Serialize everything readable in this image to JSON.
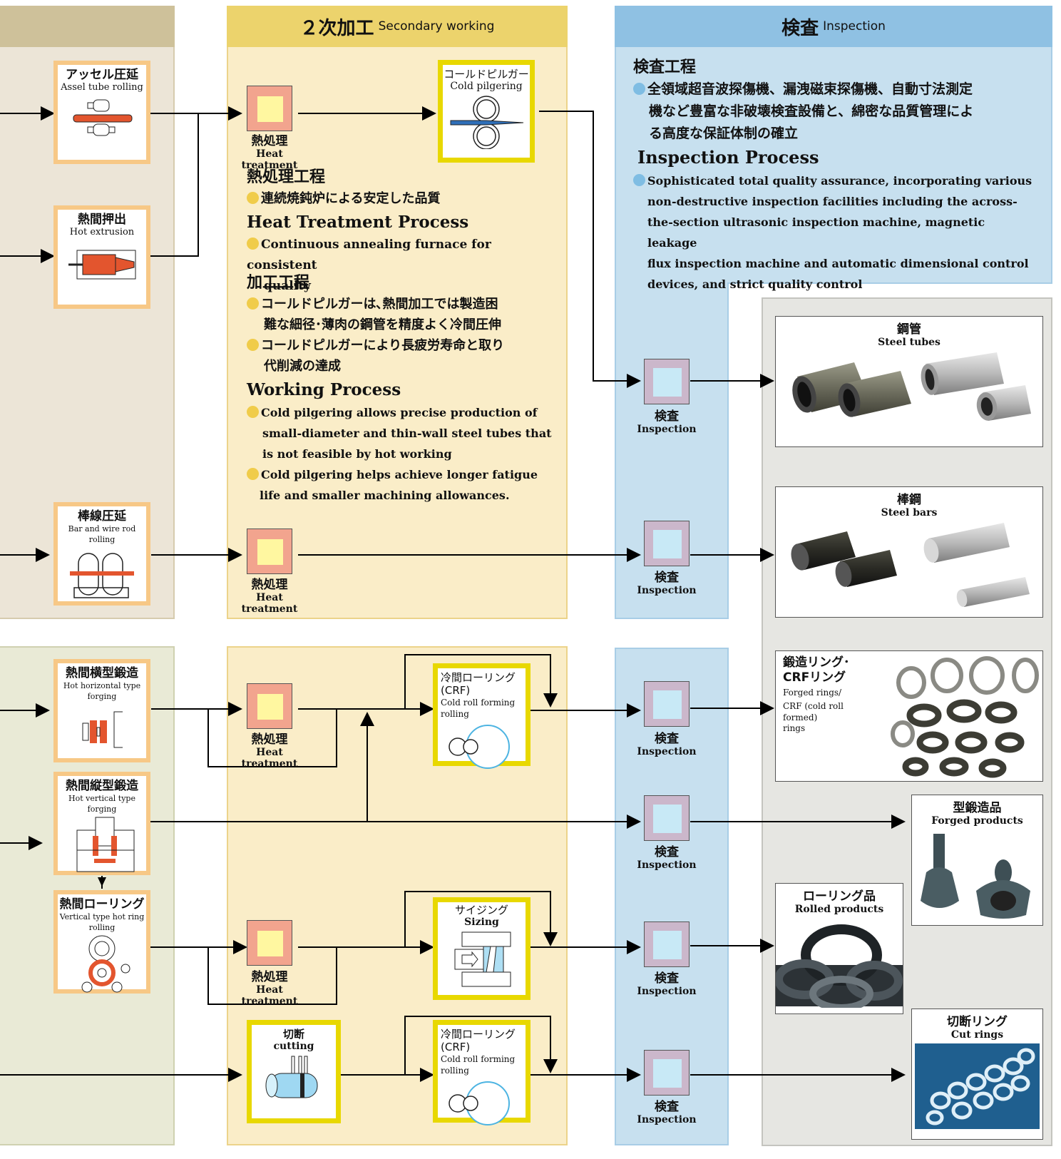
{
  "headers": {
    "secondary_big": "２次加工",
    "secondary_small": "Secondary working",
    "inspection_big": "検査",
    "inspection_small": "Inspection"
  },
  "primary_boxes": {
    "assel": {
      "jp": "アッセル圧延",
      "en": "Assel tube rolling"
    },
    "hot_extrusion": {
      "jp": "熱間押出",
      "en": "Hot extrusion"
    },
    "bar_rod": {
      "jp": "棒線圧延",
      "en": "Bar and wire rod rolling"
    },
    "hot_horizontal": {
      "jp": "熱間横型鍛造",
      "en": "Hot horizontal type forging"
    },
    "hot_vertical": {
      "jp": "熱間縦型鍛造",
      "en": "Hot vertical type forging"
    },
    "hot_ring": {
      "jp": "熱間ローリング",
      "en": "Vertical type hot ring rolling"
    }
  },
  "secondary_boxes": {
    "cold_pilgering": {
      "jp": "コールドピルガー",
      "en": "Cold pilgering"
    },
    "crf_1": {
      "jp": "冷間ローリング(CRF)",
      "en": "Cold roll forming rolling"
    },
    "sizing": {
      "jp": "サイジング",
      "en": "Sizing"
    },
    "cutting": {
      "jp": "切断",
      "en": "cutting"
    },
    "crf_2": {
      "jp": "冷間ローリング(CRF)",
      "en": "Cold roll forming rolling"
    }
  },
  "heat_treatment": {
    "jp": "熱処理",
    "en": "Heat treatment"
  },
  "inspection_step": {
    "jp": "検査",
    "en": "Inspection"
  },
  "heat_process": {
    "title_jp": "熱処理工程",
    "bullet_jp": "連続焼鈍炉による安定した品質",
    "title_en": "Heat Treatment Process",
    "bullet_en_1": "Continuous annealing furnace for consistent",
    "bullet_en_2": "quality"
  },
  "working_process": {
    "title_jp": "加工工程",
    "b1_l1": "コールドピルガーは､熱間加工では製造困",
    "b1_l2": "難な細径･薄肉の鋼管を精度よく冷間圧伸",
    "b2_l1": "コールドピルガーにより長疲労寿命と取り",
    "b2_l2": "代削減の達成",
    "title_en": "Working Process",
    "e1_l1": "Cold pilgering allows precise production of",
    "e1_l2": "small-diameter and thin-wall steel tubes that",
    "e1_l3": "is not feasible by hot working",
    "e2_l1": "Cold pilgering helps achieve longer fatigue",
    "e2_l2": "life and smaller machining allowances."
  },
  "inspection_process": {
    "title_jp": "検査工程",
    "jp_l1": "全領域超音波探傷機、漏洩磁束探傷機、自動寸法測定",
    "jp_l2": "機など豊富な非破壊検査設備と、綿密な品質管理によ",
    "jp_l3": "る高度な保証体制の確立",
    "title_en": "Inspection  Process",
    "en_l1": "Sophisticated total quality assurance, incorporating various",
    "en_l2": "non-destructive inspection facilities including the across-",
    "en_l3": "the-section ultrasonic inspection machine, magnetic leakage",
    "en_l4": "flux inspection machine and automatic dimensional control",
    "en_l5": "devices, and strict quality control"
  },
  "products": {
    "steel_tubes": {
      "jp": "鋼管",
      "en": "Steel tubes"
    },
    "steel_bars": {
      "jp": "棒鋼",
      "en": "Steel bars"
    },
    "forged_rings": {
      "jp1": "鍛造リング･",
      "jp2": "CRFリング",
      "en1": "Forged rings/",
      "en2": "CRF (cold roll formed)",
      "en3": "rings"
    },
    "forged_products": {
      "jp": "型鍛造品",
      "en": "Forged products"
    },
    "rolled_products": {
      "jp": "ローリング品",
      "en": "Rolled products"
    },
    "cut_rings": {
      "jp": "切断リング",
      "en": "Cut rings"
    }
  },
  "colors": {
    "primary_box_border": "#f7c886",
    "secondary_box_border": "#e8d800",
    "heat_square": "#f2a48e",
    "inspection_square": "#cbb7cb",
    "secondary_bg": "#faedc8",
    "inspection_bg": "#c7e0ef"
  }
}
